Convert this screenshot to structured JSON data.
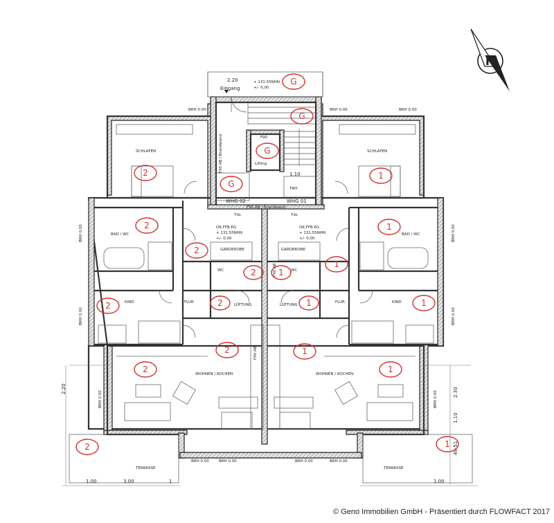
{
  "units": {
    "g": "G",
    "w1": "1",
    "w2": "2"
  },
  "flats": {
    "whg01": "WHG 01",
    "whg02": "WHG 02"
  },
  "entrance": {
    "label": "Eingang",
    "width": "2.20",
    "level": "+ 131.55NHN",
    "level2": "+/- 0,00"
  },
  "levels": {
    "ok_left": "OK.FFB.EG",
    "ok_left_nhn": "+ 131.55NHN",
    "ok_left_zero": "+/- 0,00",
    "ok_right": "OK.FFB.EG",
    "ok_right_nhn": "+ 131.55NHN",
    "ok_right_zero": "+/- 0,00"
  },
  "walls": {
    "brandwand_h": "F90 AB / Brandwand",
    "brandwand_v": "F90 AB / Brandwand",
    "f90": "F90",
    "f90_2": "F90 AB",
    "f90_3": "F90 AB"
  },
  "brh": {
    "b000": "BRH 0.00"
  },
  "rooms": {
    "schlafen": "SCHLAFEN",
    "bad_wc": "BAD / WC",
    "kind": "KIND",
    "flur": "FLUR",
    "wc": "WC",
    "lueftung": "LÜFTUNG",
    "garderobe": "GARDEROBE",
    "wohnen": "WOHNEN / KOCHEN",
    "terrasse": "TERRASSE",
    "tds": "Tds",
    "lifting": "Lifting",
    "trh": "TRH",
    "whg02_tag": "WHG 02",
    "whg01_tag": "WHG 01"
  },
  "dims": {
    "d300": "3.00",
    "d100": "1.00",
    "d110": "1.10",
    "d1": "1",
    "d220": "2.20",
    "d2_301": "2.30",
    "d110b": "1.10",
    "d4951": "49-51"
  },
  "north": {
    "letter": "N"
  },
  "footer": {
    "copyright": "© Geno Immobilien GmbH - Präsentiert durch FLOWFACT 2017"
  }
}
